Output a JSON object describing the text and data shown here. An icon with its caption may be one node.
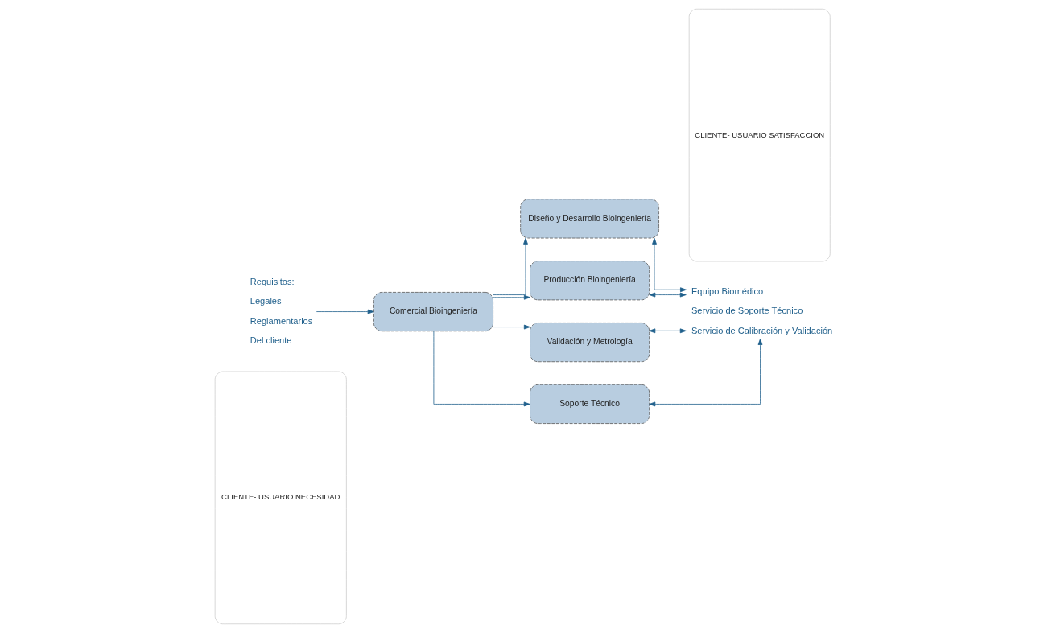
{
  "diagram": {
    "nodes": [
      {
        "text": [
          "CLIENTE- USUARIO NECESIDAD"
        ]
      },
      {
        "text": [
          "Requisitos:",
          "Legales",
          "Reglamentarios",
          "Del cliente"
        ]
      },
      {
        "text": [
          "Comercial Bioingeniería"
        ]
      },
      {
        "text": [
          "Diseño y Desarrollo Bioingeniería"
        ]
      },
      {
        "text": [
          "Producción Bioingeniería"
        ]
      },
      {
        "text": [
          "Validación y Metrología"
        ]
      },
      {
        "text": [
          "Soporte Técnico"
        ]
      },
      {
        "text": [
          "Equipo Biomédico",
          "Servicio de Soporte Técnico",
          "Servicio de Calibración y Validación"
        ]
      },
      {
        "text": [
          "CLIENTE- USUARIO SATISFACCION"
        ]
      }
    ],
    "edges": [
      {
        "from": 1,
        "to": 2,
        "arrow": "to"
      },
      {
        "from": 2,
        "to": 3,
        "arrow": "to"
      },
      {
        "from": 2,
        "to": 4,
        "arrow": "to"
      },
      {
        "from": 2,
        "to": 5,
        "arrow": "to"
      },
      {
        "from": 2,
        "to": 6,
        "arrow": "to"
      },
      {
        "from": 3,
        "to": 7,
        "arrow": "both"
      },
      {
        "from": 4,
        "to": 7,
        "arrow": "both"
      },
      {
        "from": 5,
        "to": 7,
        "arrow": "both"
      },
      {
        "from": 6,
        "to": 7,
        "arrow": "both"
      }
    ]
  }
}
